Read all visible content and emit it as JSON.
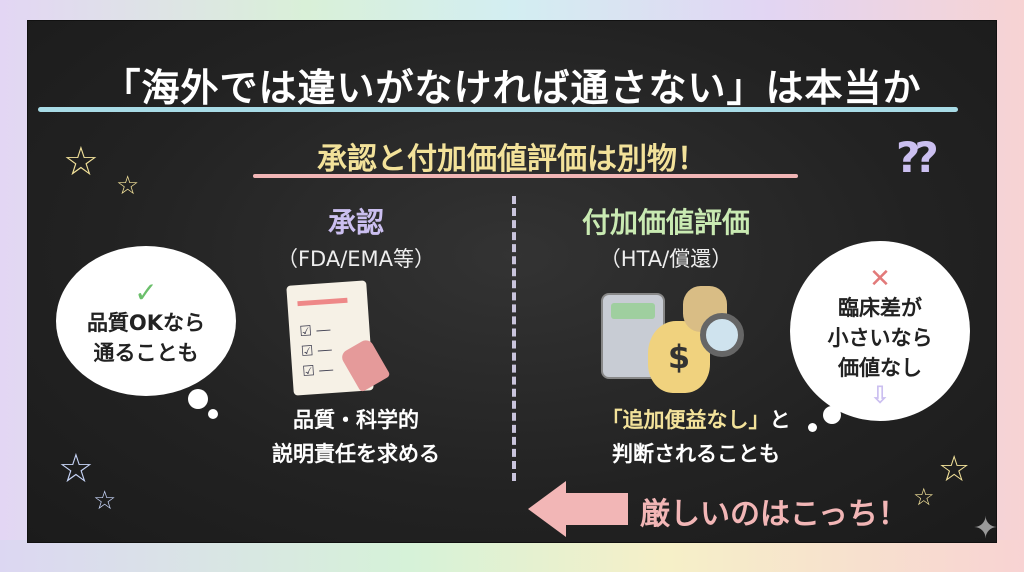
{
  "title": "「海外では違いがなければ通さない」は本当か",
  "subtitle": "承認と付加価値評価は別物！",
  "left": {
    "heading": "承認",
    "subheading": "（FDA/EMA等）",
    "body_line1": "品質・科学的",
    "body_line2": "説明責任を求める",
    "bubble_line1": "品質OKなら",
    "bubble_line2": "通ることも"
  },
  "right": {
    "heading": "付加価値評価",
    "subheading": "（HTA/償還）",
    "body_quote": "「追加便益なし」",
    "body_quote_suffix": "と",
    "body_line2": "判断されることも",
    "bubble_line1": "臨床差が",
    "bubble_line2": "小さいなら",
    "bubble_line3": "価値なし"
  },
  "callout": "厳しいのはこっち！",
  "colors": {
    "board": "#222222",
    "cyan": "#a8dbe6",
    "yellow": "#f3e29a",
    "pink": "#f2b6b6",
    "green": "#c9eab2",
    "purple": "#cbbff0"
  }
}
